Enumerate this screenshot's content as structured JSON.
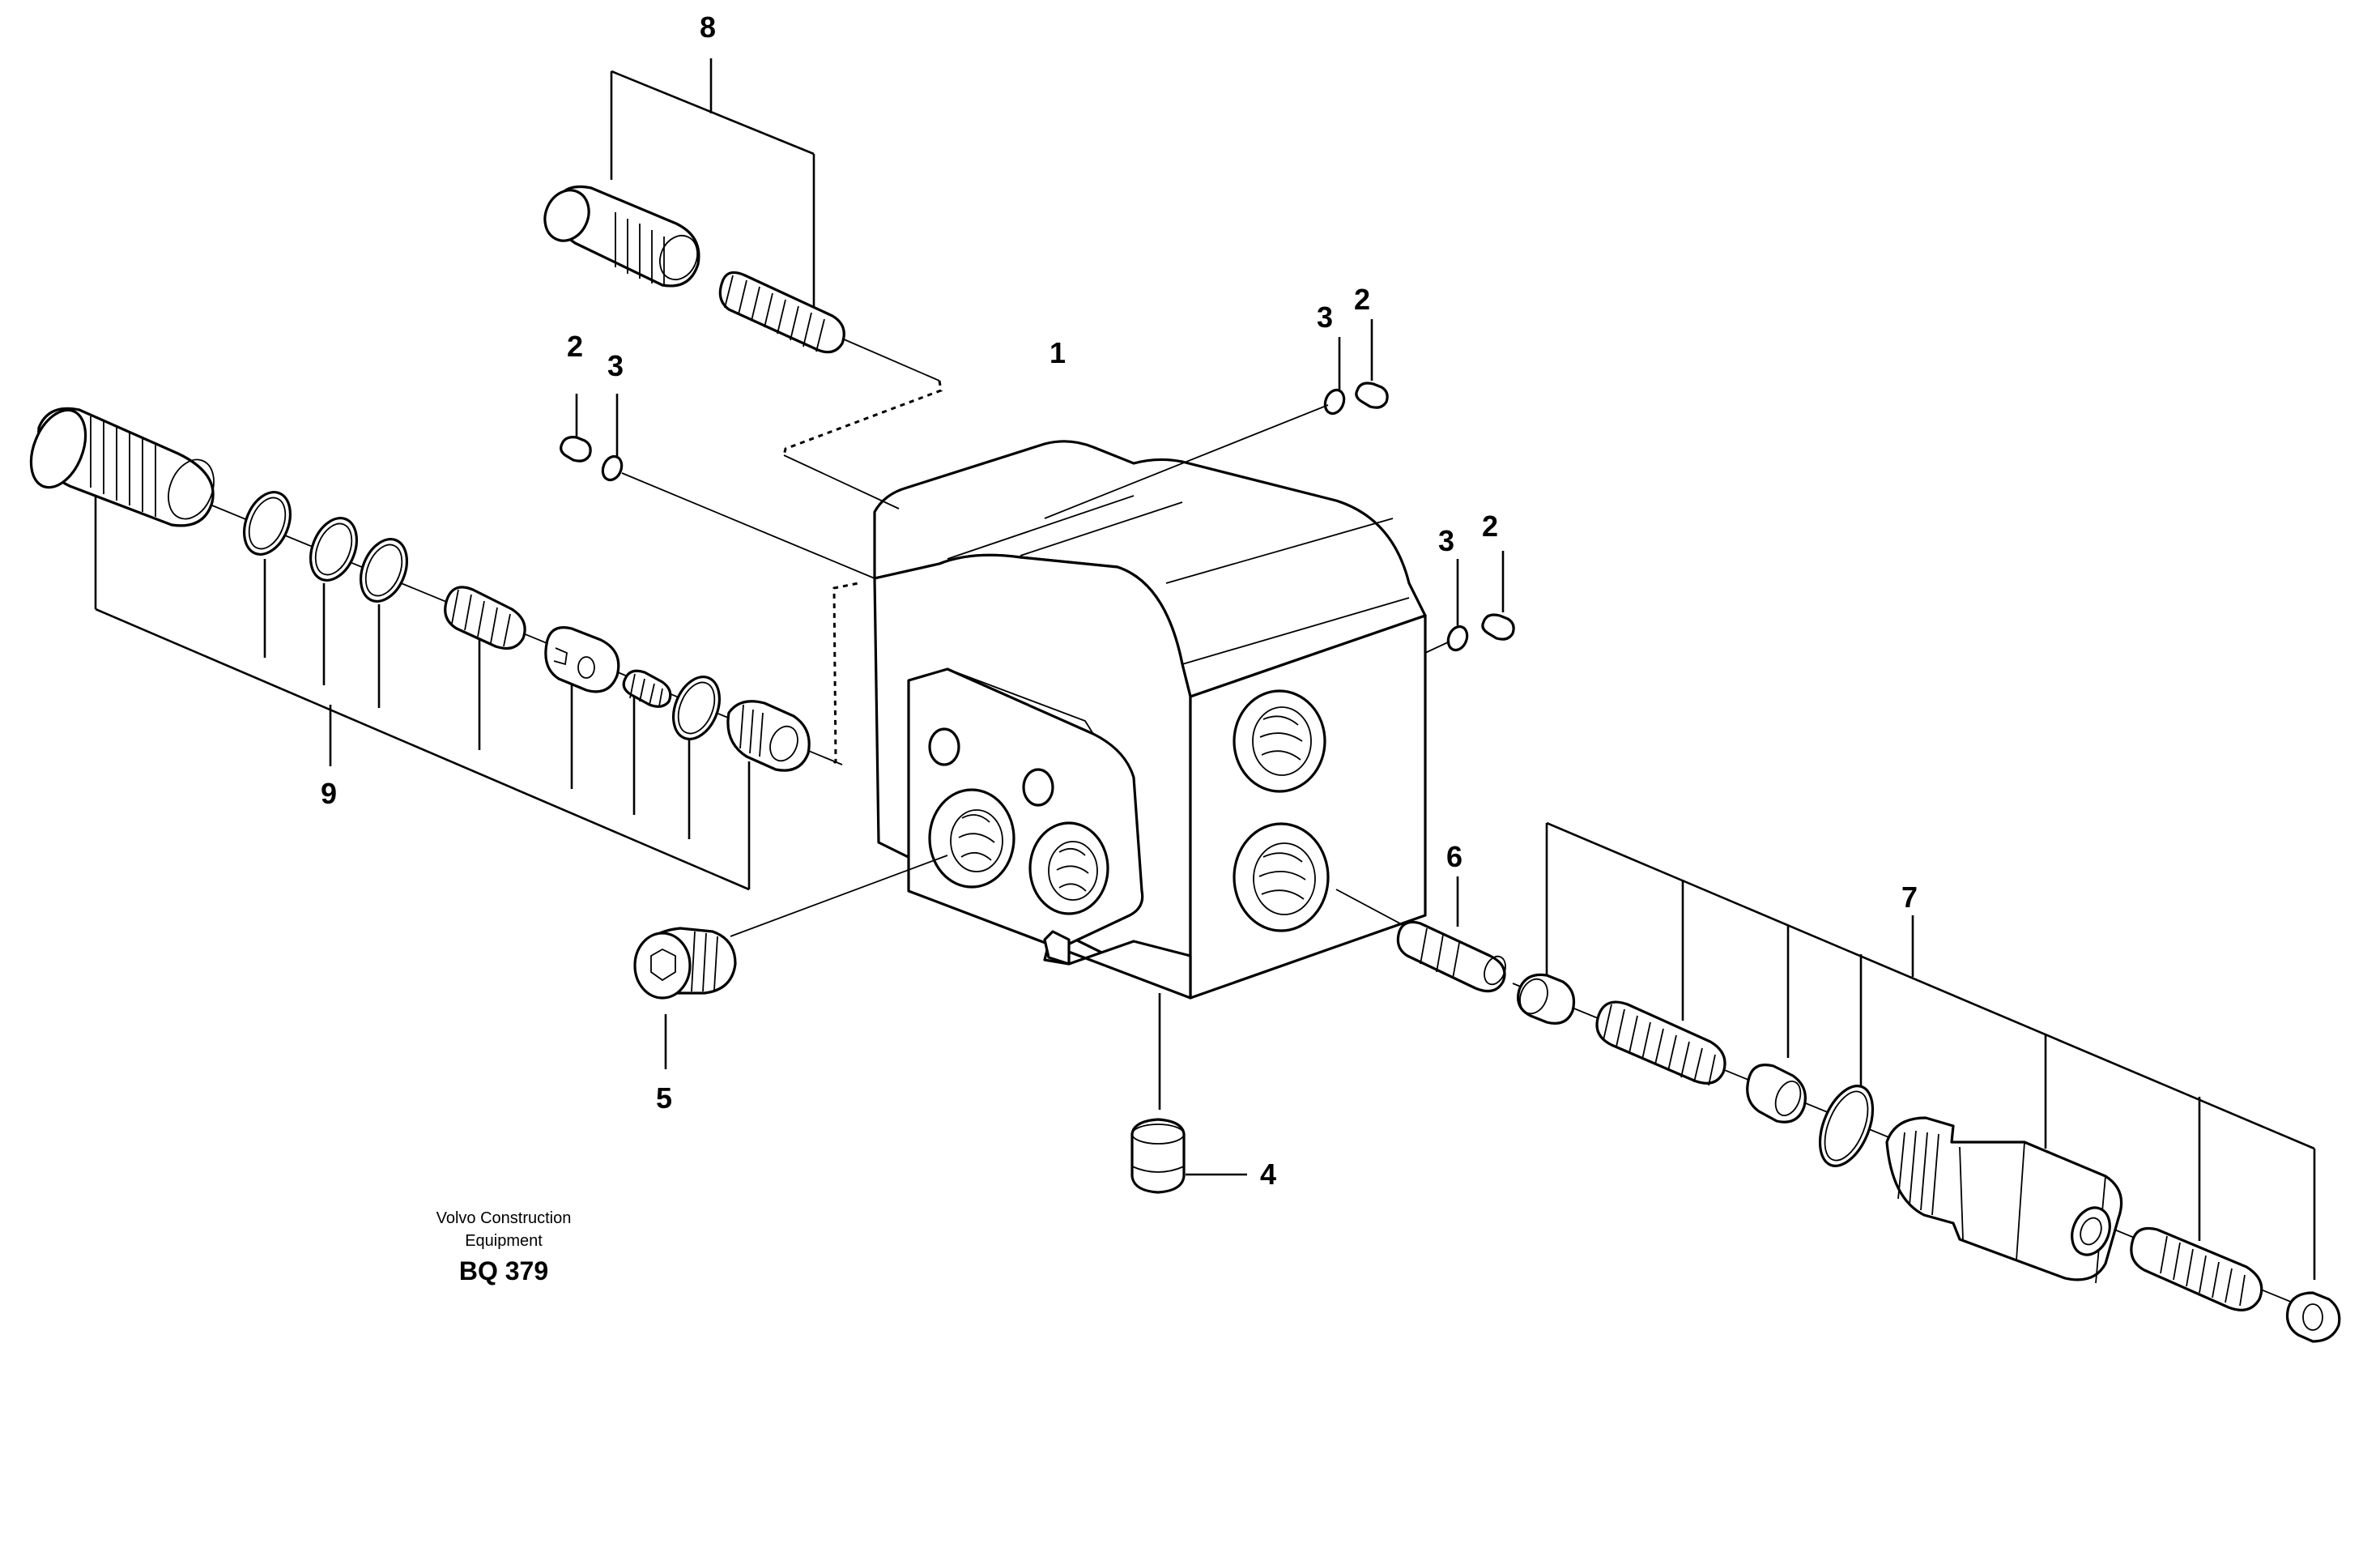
{
  "callouts": {
    "c1": "1",
    "c2a": "2",
    "c2b": "2",
    "c2c": "2",
    "c3a": "3",
    "c3b": "3",
    "c3c": "3",
    "c4": "4",
    "c5": "5",
    "c6": "6",
    "c7": "7",
    "c8": "8",
    "c9": "9"
  },
  "credit": {
    "line1": "Volvo Construction",
    "line2": "Equipment",
    "drawing_number": "BQ 379"
  }
}
